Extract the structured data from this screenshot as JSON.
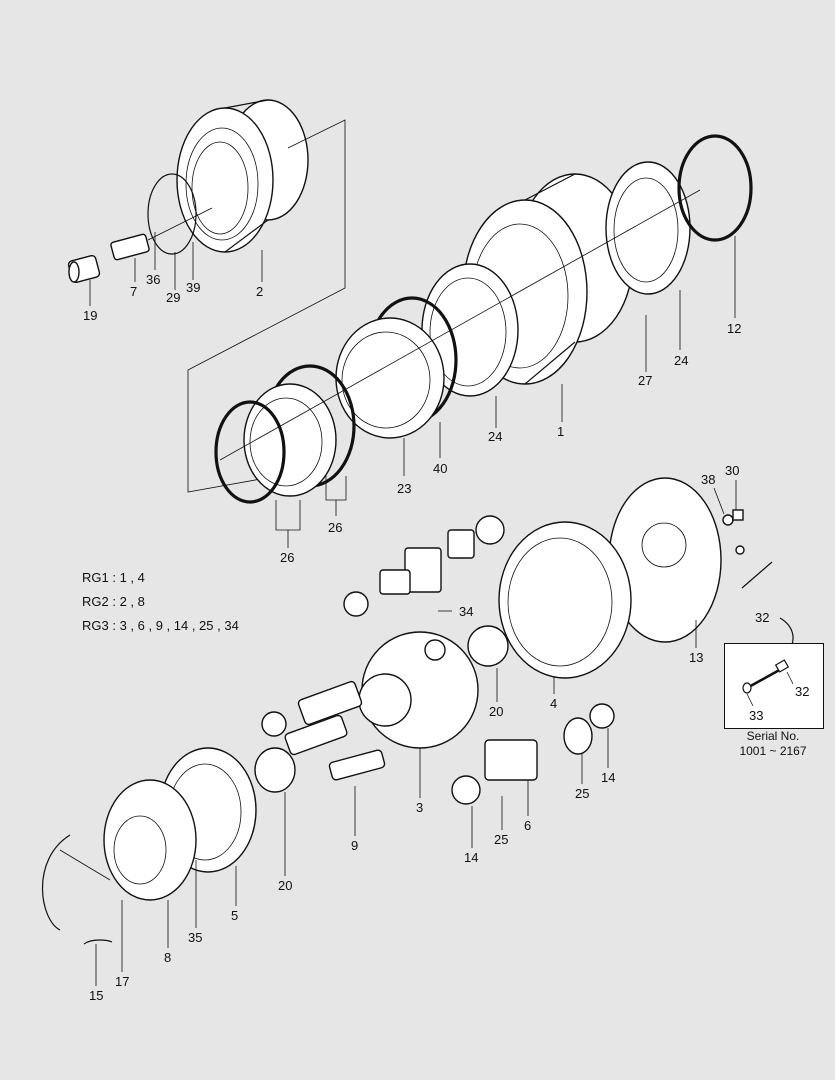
{
  "parts": {
    "p1": "1",
    "p2": "2",
    "p3": "3",
    "p4": "4",
    "p5": "5",
    "p6": "6",
    "p7": "7",
    "p8": "8",
    "p9": "9",
    "p12": "12",
    "p13": "13",
    "p14a": "14",
    "p14b": "14",
    "p15": "15",
    "p17": "17",
    "p19": "19",
    "p20a": "20",
    "p20b": "20",
    "p23": "23",
    "p24a": "24",
    "p24b": "24",
    "p25a": "25",
    "p25b": "25",
    "p26a": "26",
    "p26b": "26",
    "p27": "27",
    "p29": "29",
    "p30": "30",
    "p32a": "32",
    "p32b": "32",
    "p33": "33",
    "p34": "34",
    "p35": "35",
    "p36": "36",
    "p38": "38",
    "p39": "39",
    "p40": "40"
  },
  "repair_groups": {
    "rg1": "RG1 : 1 , 4",
    "rg2": "RG2 : 2 , 8",
    "rg3": "RG3 : 3 , 6 , 9 , 14 , 25 , 34"
  },
  "inset": {
    "serial_title": "Serial No.",
    "serial_range": "1001 ~ 2167"
  }
}
